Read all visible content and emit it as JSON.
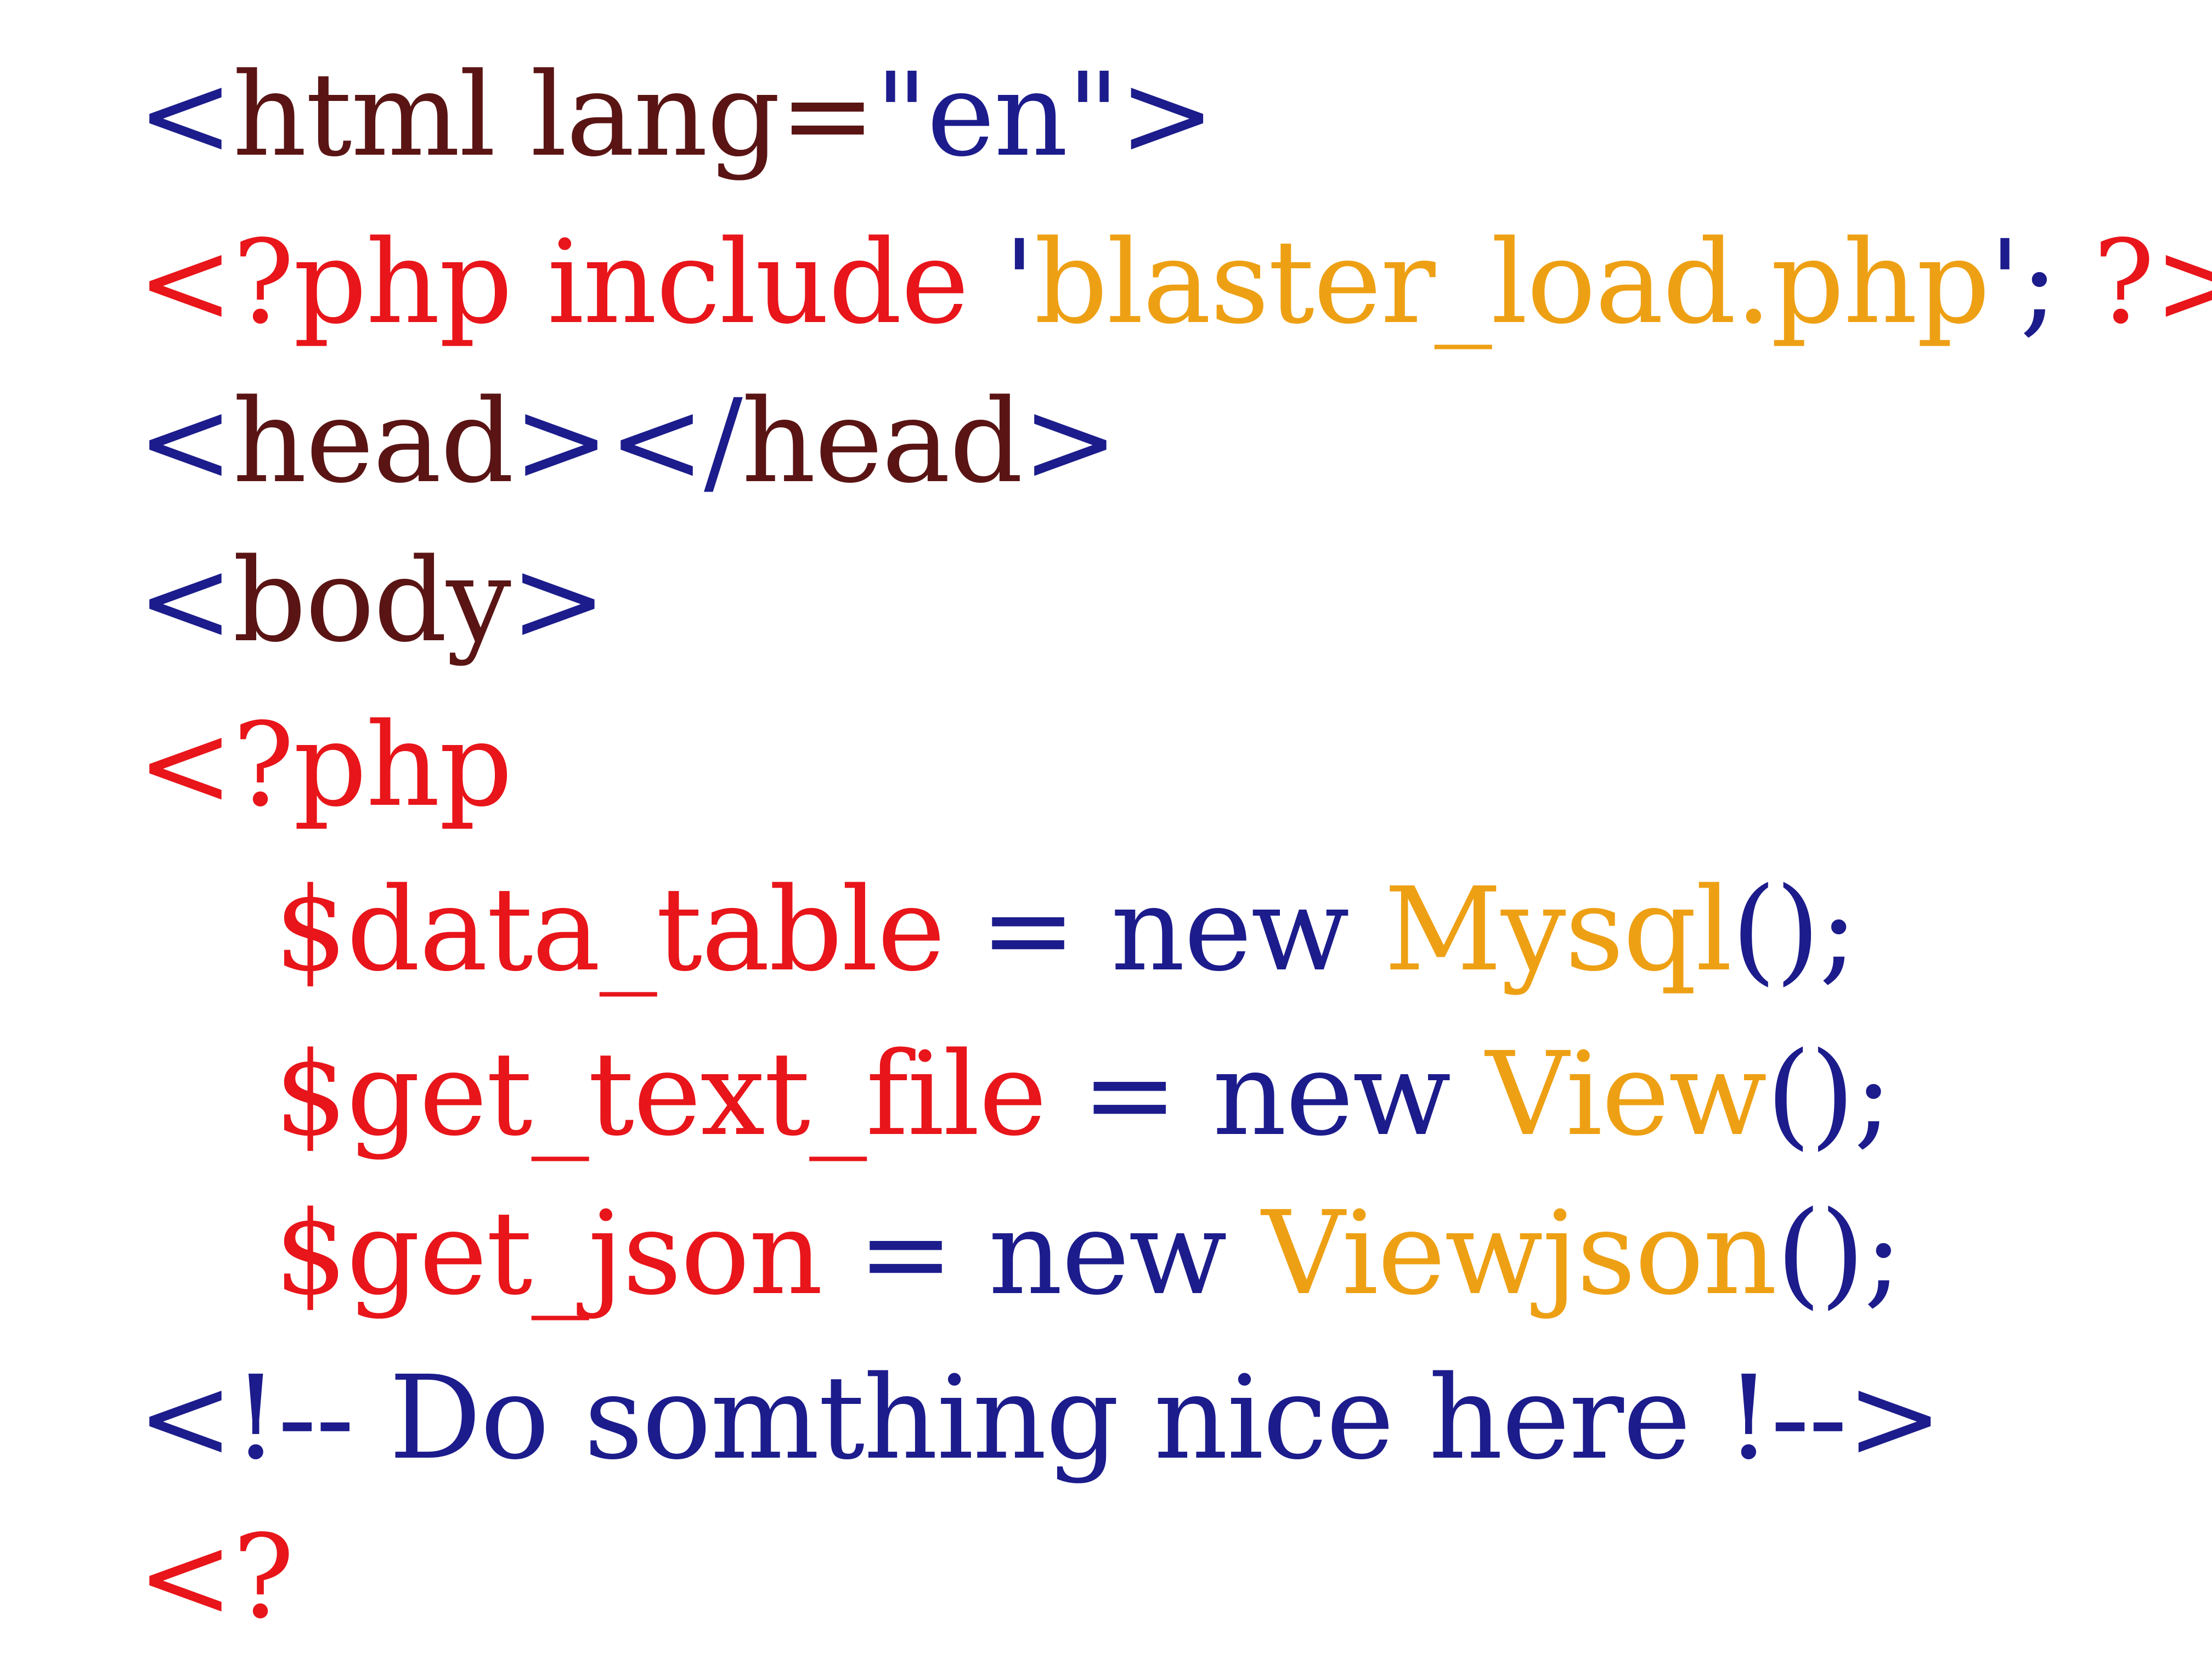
{
  "colors": {
    "bracket": "#1c1c8c",
    "tag": "#5a1414",
    "string": "#1c1c8c",
    "php": "#e8151a",
    "literal": "#eea014",
    "keyword": "#1c1c8c",
    "punct": "#1c1c8c",
    "comment": "#1c1c8c"
  },
  "code": {
    "lines": [
      {
        "tokens": [
          {
            "text": "<",
            "role": "bracket"
          },
          {
            "text": "html lang=",
            "role": "tag"
          },
          {
            "text": "\"en\"",
            "role": "string"
          },
          {
            "text": ">",
            "role": "bracket"
          }
        ]
      },
      {
        "tokens": [
          {
            "text": "<?php include ",
            "role": "php"
          },
          {
            "text": "'",
            "role": "punct"
          },
          {
            "text": "blaster_load.php",
            "role": "literal"
          },
          {
            "text": "';",
            "role": "punct"
          },
          {
            "text": " ?>",
            "role": "php"
          }
        ]
      },
      {
        "tokens": [
          {
            "text": "<",
            "role": "bracket"
          },
          {
            "text": "head",
            "role": "tag"
          },
          {
            "text": "></",
            "role": "bracket"
          },
          {
            "text": "head",
            "role": "tag"
          },
          {
            "text": ">",
            "role": "bracket"
          }
        ]
      },
      {
        "tokens": [
          {
            "text": "<",
            "role": "bracket"
          },
          {
            "text": "body",
            "role": "tag"
          },
          {
            "text": ">",
            "role": "bracket"
          }
        ]
      },
      {
        "tokens": [
          {
            "text": "<?php",
            "role": "php"
          }
        ]
      },
      {
        "indent": true,
        "tokens": [
          {
            "text": "$data_table",
            "role": "php"
          },
          {
            "text": " = new ",
            "role": "keyword"
          },
          {
            "text": "Mysql",
            "role": "literal"
          },
          {
            "text": "();",
            "role": "punct"
          }
        ]
      },
      {
        "indent": true,
        "tokens": [
          {
            "text": "$get_text_file",
            "role": "php"
          },
          {
            "text": " = new ",
            "role": "keyword"
          },
          {
            "text": "View",
            "role": "literal"
          },
          {
            "text": "();",
            "role": "punct"
          }
        ]
      },
      {
        "indent": true,
        "tokens": [
          {
            "text": "$get_json",
            "role": "php"
          },
          {
            "text": " = new ",
            "role": "keyword"
          },
          {
            "text": "Viewjson",
            "role": "literal"
          },
          {
            "text": "();",
            "role": "punct"
          }
        ]
      },
      {
        "tokens": [
          {
            "text": "<!-- Do somthing nice here !-->",
            "role": "comment"
          }
        ]
      },
      {
        "tokens": [
          {
            "text": "<?",
            "role": "php"
          }
        ]
      }
    ]
  }
}
